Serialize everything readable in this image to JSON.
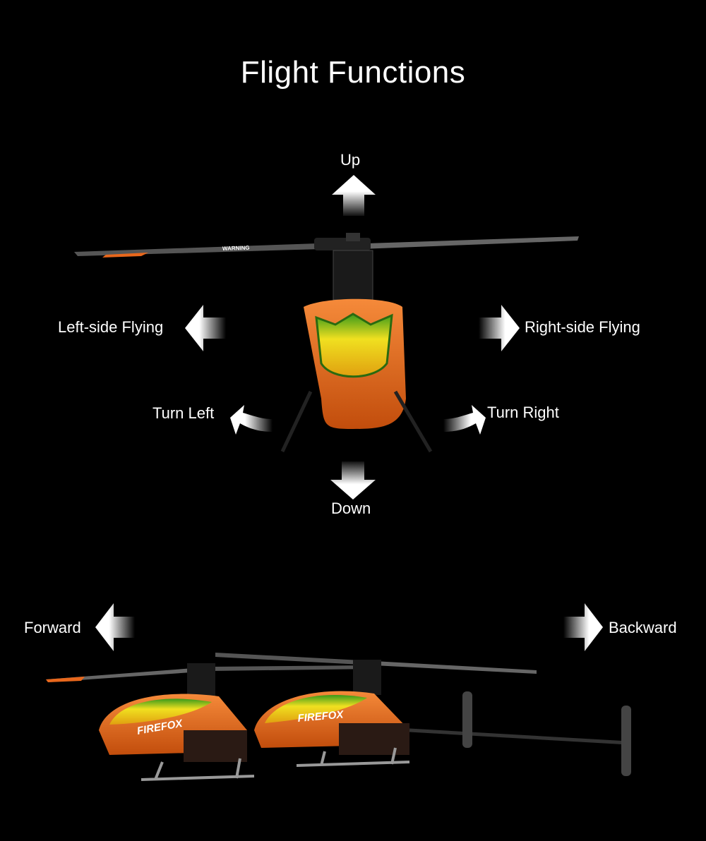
{
  "title": "Flight Functions",
  "labels": {
    "up": "Up",
    "down": "Down",
    "left_side": "Left-side Flying",
    "right_side": "Right-side Flying",
    "turn_left": "Turn Left",
    "turn_right": "Turn Right",
    "forward": "Forward",
    "backward": "Backward"
  },
  "product_lettering": {
    "brand": "FIREFOX",
    "blade_warning": "WARNING"
  },
  "colors": {
    "background": "#000000",
    "text": "#ffffff",
    "body": "#e8671c",
    "canopy": "#e6d21a"
  }
}
